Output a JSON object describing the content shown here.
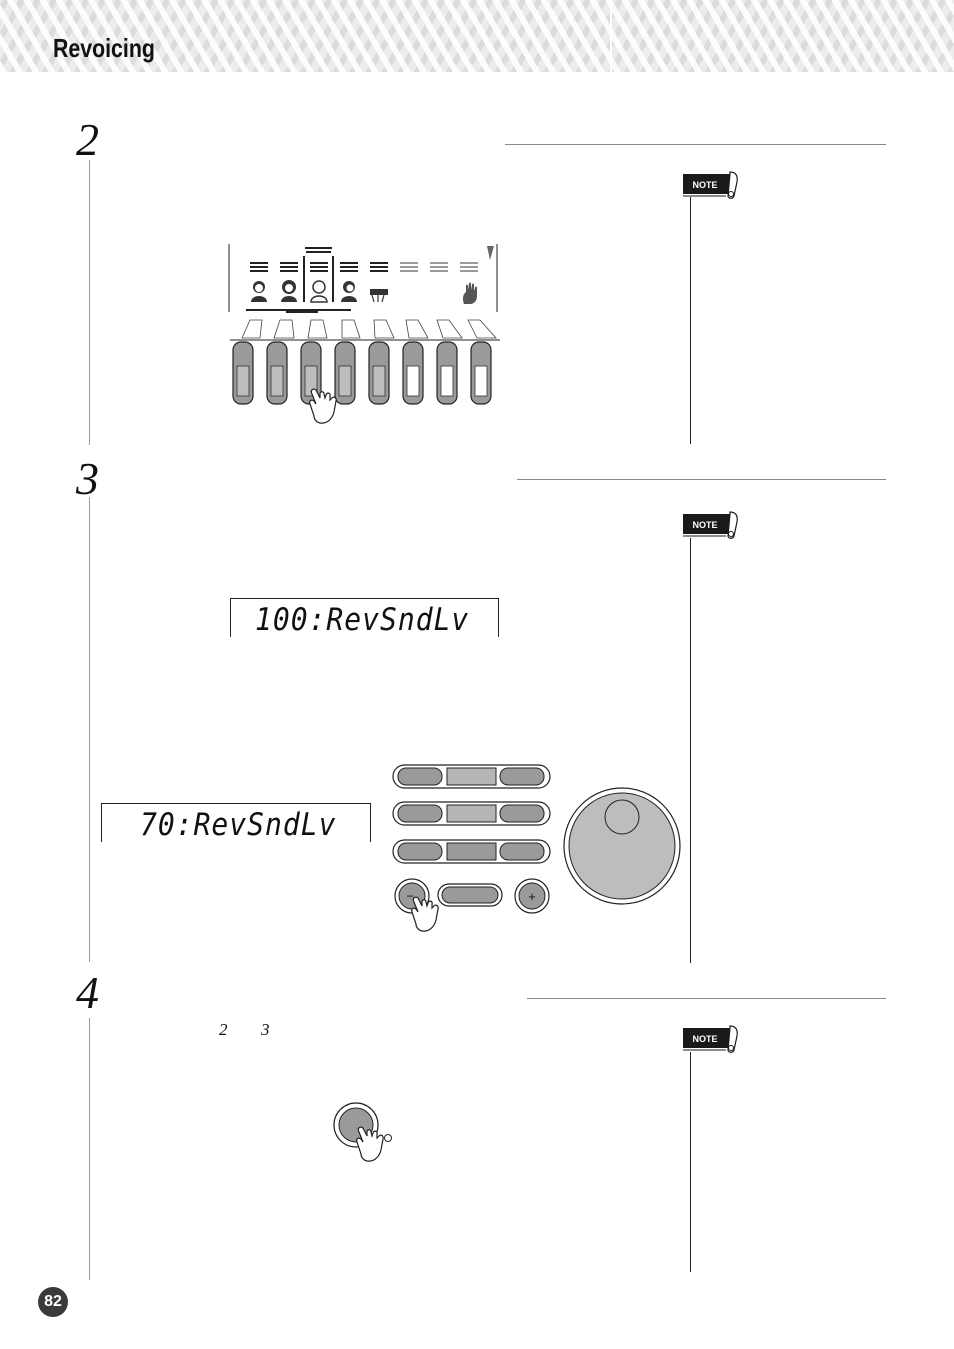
{
  "header": {
    "title": "Revoicing"
  },
  "steps": [
    {
      "number": "2"
    },
    {
      "number": "3"
    },
    {
      "number": "4"
    }
  ],
  "notes": [
    {
      "label": "NOTE"
    },
    {
      "label": "NOTE"
    },
    {
      "label": "NOTE"
    }
  ],
  "step3": {
    "lcd_before": "100:RevSndLv",
    "lcd_after": "70:RevSndLv",
    "minus_label": "−",
    "plus_label": "+"
  },
  "step4": {
    "ref_from": "2",
    "ref_to": "3"
  },
  "footer": {
    "page_number": "82"
  }
}
